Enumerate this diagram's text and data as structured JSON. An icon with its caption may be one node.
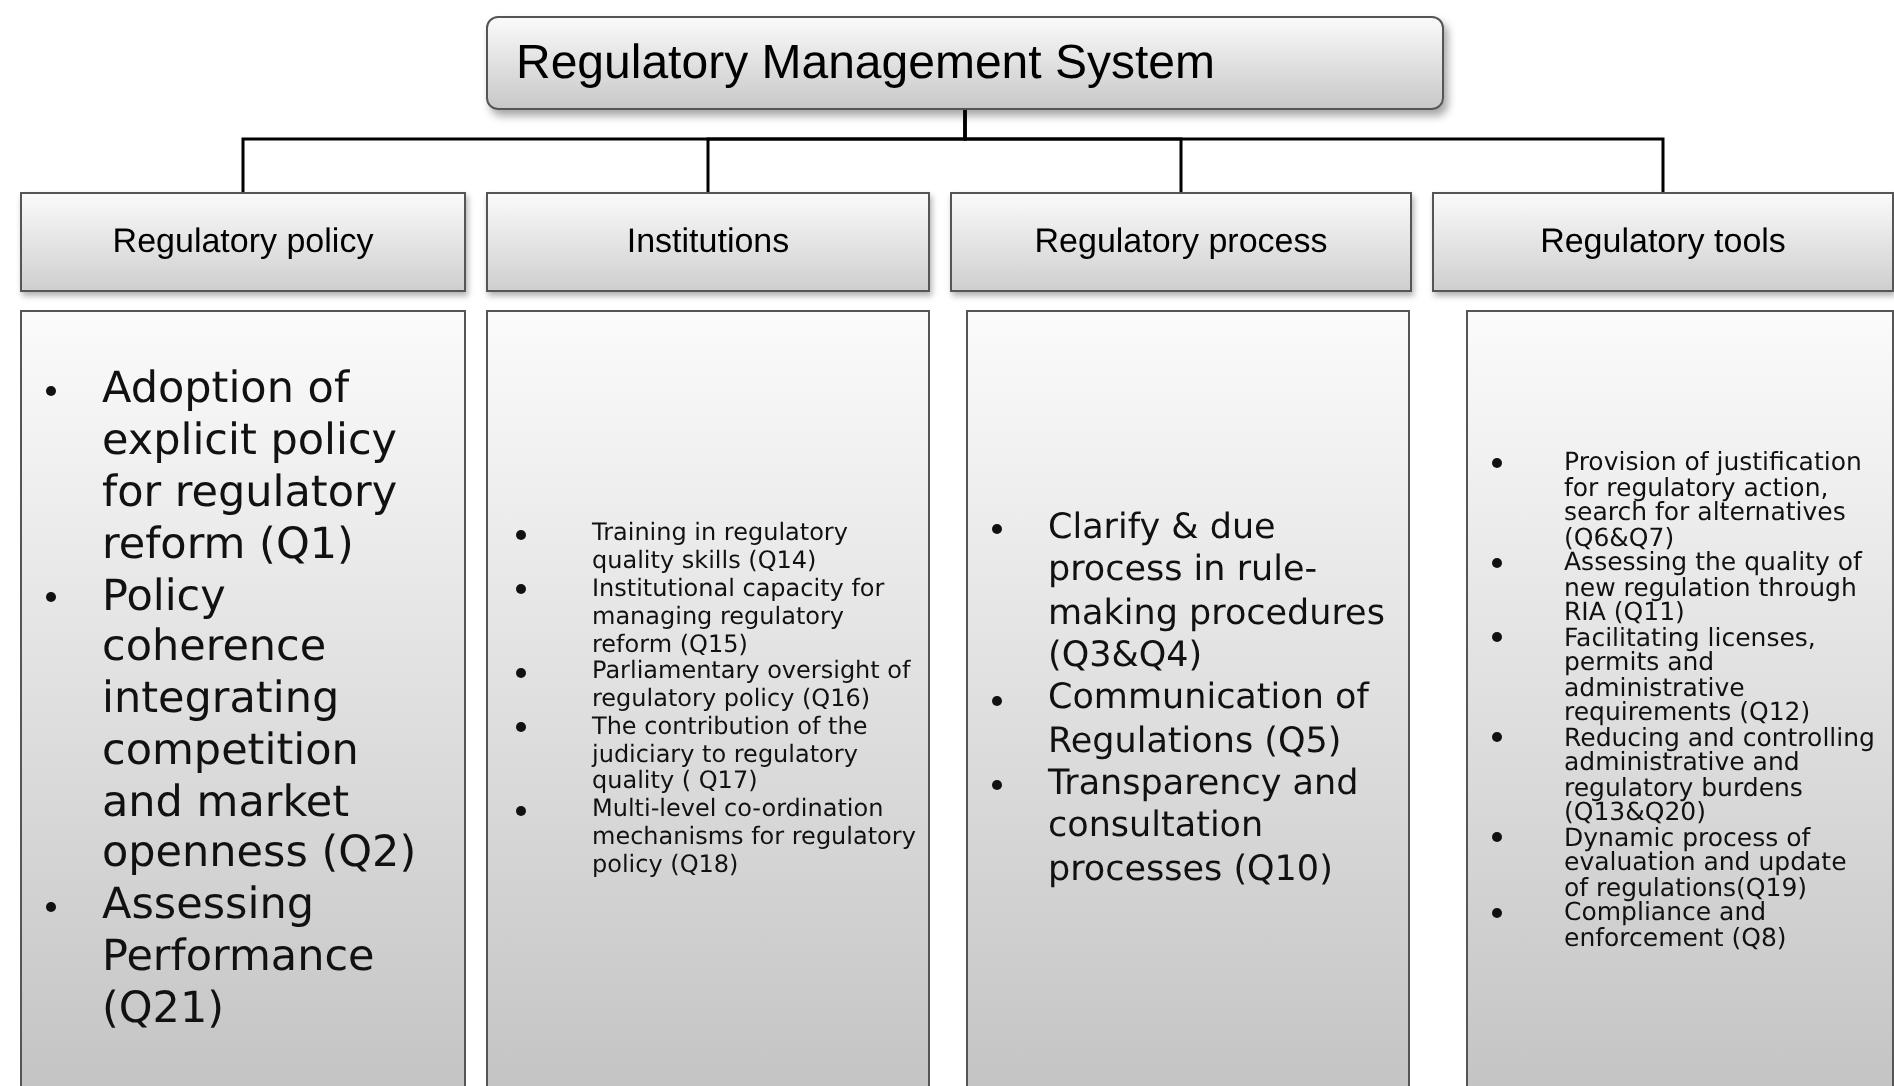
{
  "diagram": {
    "nodes": [
      {
        "text": [
          "Regulatory Management System"
        ]
      },
      {
        "text": [
          "Regulatory policy"
        ]
      },
      {
        "text": [
          "Institutions"
        ]
      },
      {
        "text": [
          "Regulatory process"
        ]
      },
      {
        "text": [
          "Regulatory tools"
        ]
      },
      {
        "text": [
          "Adoption of explicit policy for regulatory reform (Q1)",
          "Policy coherence integrating competition and market openness (Q2)",
          "Assessing Performance (Q21)"
        ]
      },
      {
        "text": [
          "Training in regulatory quality skills (Q14)",
          "Institutional capacity for managing regulatory reform (Q15)",
          "Parliamentary oversight of regulatory policy (Q16)",
          "The contribution of the judiciary to regulatory quality ( Q17)",
          "Multi-level co-ordination mechanisms for regulatory policy (Q18)"
        ]
      },
      {
        "text": [
          "Clarify & due process in rule-making procedures (Q3&Q4)",
          "Communication of Regulations (Q5)",
          "Transparency and consultation processes (Q10)"
        ]
      },
      {
        "text": [
          "Provision of justification for regulatory action, search for alternatives (Q6&Q7)",
          "Assessing the quality of new regulation through RIA (Q11)",
          "Facilitating licenses, permits and administrative requirements (Q12)",
          "Reducing and controlling administrative and regulatory burdens (Q13&Q20)",
          "Dynamic process of evaluation and update of regulations(Q19)",
          "Compliance and enforcement (Q8)"
        ]
      }
    ],
    "edges": [
      {
        "from": 0,
        "to": 1,
        "arrow": "none"
      },
      {
        "from": 0,
        "to": 2,
        "arrow": "none"
      },
      {
        "from": 0,
        "to": 3,
        "arrow": "none"
      },
      {
        "from": 0,
        "to": 4,
        "arrow": "none"
      }
    ]
  }
}
